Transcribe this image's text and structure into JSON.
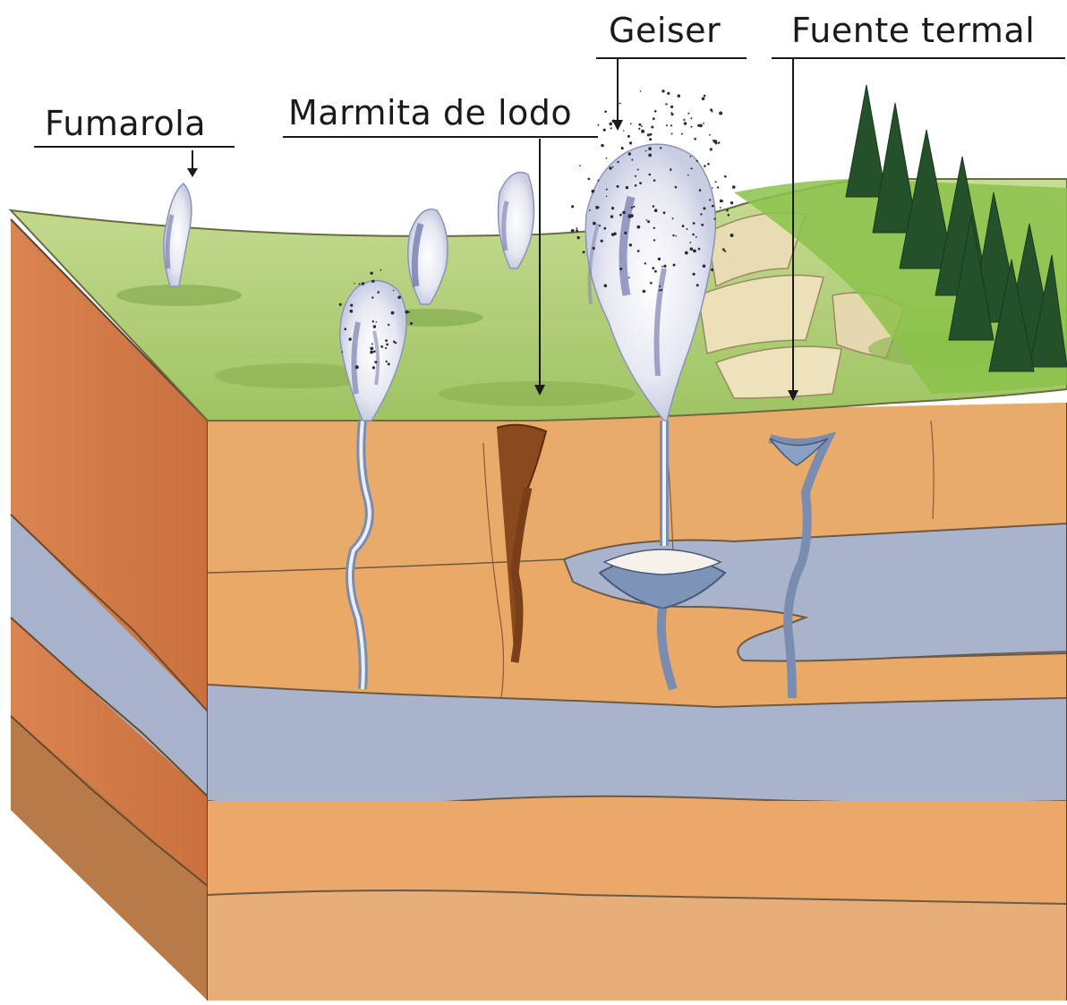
{
  "labels": {
    "fumarola": "Fumarola",
    "marmita": "Marmita de lodo",
    "geiser": "Geiser",
    "fuente": "Fuente termal"
  },
  "colors": {
    "rock_orange": "#e8a35f",
    "rock_dark": "#c97a44",
    "water_blue": "#a9b4cc",
    "grass_green": "#a8cc6a",
    "forest_green": "#2e5a2a",
    "mud_brown": "#8b4a1e",
    "steam_white": "#eef0f8"
  }
}
